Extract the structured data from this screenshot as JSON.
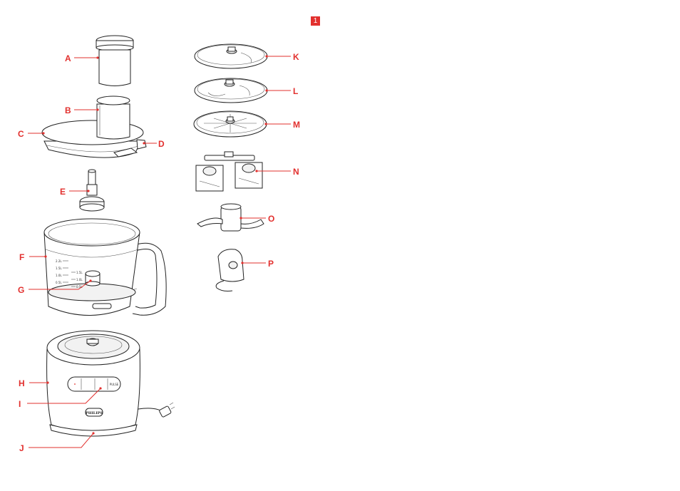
{
  "page_number": "1",
  "brand": "PHILIPS",
  "accent_color": "#e2302e",
  "callouts": {
    "A": "A",
    "B": "B",
    "C": "C",
    "D": "D",
    "E": "E",
    "F": "F",
    "G": "G",
    "H": "H",
    "I": "I",
    "J": "J",
    "K": "K",
    "L": "L",
    "M": "M",
    "N": "N",
    "O": "O",
    "P": "P"
  },
  "control_panel": {
    "pulse": "PULSE"
  },
  "bowl_scale": {
    "left": [
      "2.2L",
      "1.5L",
      "1.0L",
      "0.5L"
    ],
    "right": [
      "1.5L",
      "1.0L",
      "0.5L"
    ]
  }
}
